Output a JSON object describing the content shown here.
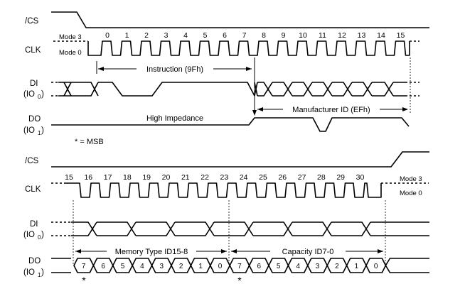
{
  "signals": {
    "cs": "/CS",
    "clk": "CLK",
    "di": "DI",
    "di_sub": "(IO",
    "di_sub_index": "0",
    "do": "DO",
    "do_sub": "(IO",
    "do_sub_index": "1",
    "close_paren": ")"
  },
  "modes": {
    "mode3": "Mode 3",
    "mode0": "Mode 0"
  },
  "top": {
    "clock_numbers": [
      "0",
      "1",
      "2",
      "3",
      "4",
      "5",
      "6",
      "7",
      "8",
      "9",
      "10",
      "11",
      "12",
      "13",
      "14",
      "15"
    ],
    "instruction_label": "Instruction (9Fh)",
    "manufacturer_label": "Manufacturer ID (EFh)",
    "high_impedance": "High Impedance",
    "msb_note": "* = MSB"
  },
  "bottom": {
    "clock_numbers": [
      "15",
      "16",
      "17",
      "18",
      "19",
      "20",
      "21",
      "22",
      "23",
      "24",
      "25",
      "26",
      "27",
      "28",
      "29",
      "30"
    ],
    "memory_label": "Memory Type ID15-8",
    "capacity_label": "Capacity ID7-0",
    "do_bits": [
      "7",
      "6",
      "5",
      "4",
      "3",
      "2",
      "1",
      "0",
      "7",
      "6",
      "5",
      "4",
      "3",
      "2",
      "1",
      "0"
    ],
    "msb_marker": "*"
  }
}
